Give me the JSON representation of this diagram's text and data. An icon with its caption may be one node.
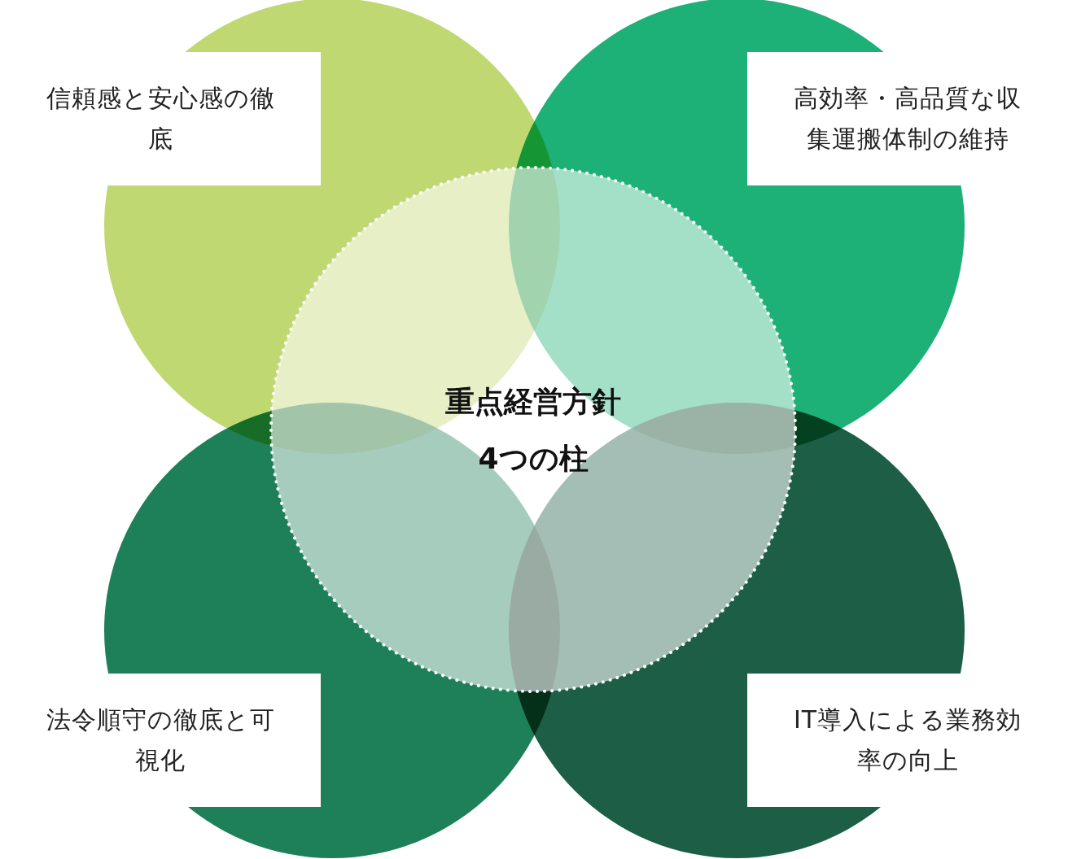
{
  "diagram": {
    "nodes": [
      {
        "text": [
          "信頼感と安心感の徹底"
        ]
      },
      {
        "text": [
          "高効率・高品質な収集運搬体制の維持"
        ]
      },
      {
        "text": [
          "重点経営方針",
          "4つの柱"
        ]
      },
      {
        "text": [
          "法令順守の徹底と可視化"
        ]
      },
      {
        "text": [
          "IT導入による業務効率の向上"
        ]
      }
    ]
  }
}
